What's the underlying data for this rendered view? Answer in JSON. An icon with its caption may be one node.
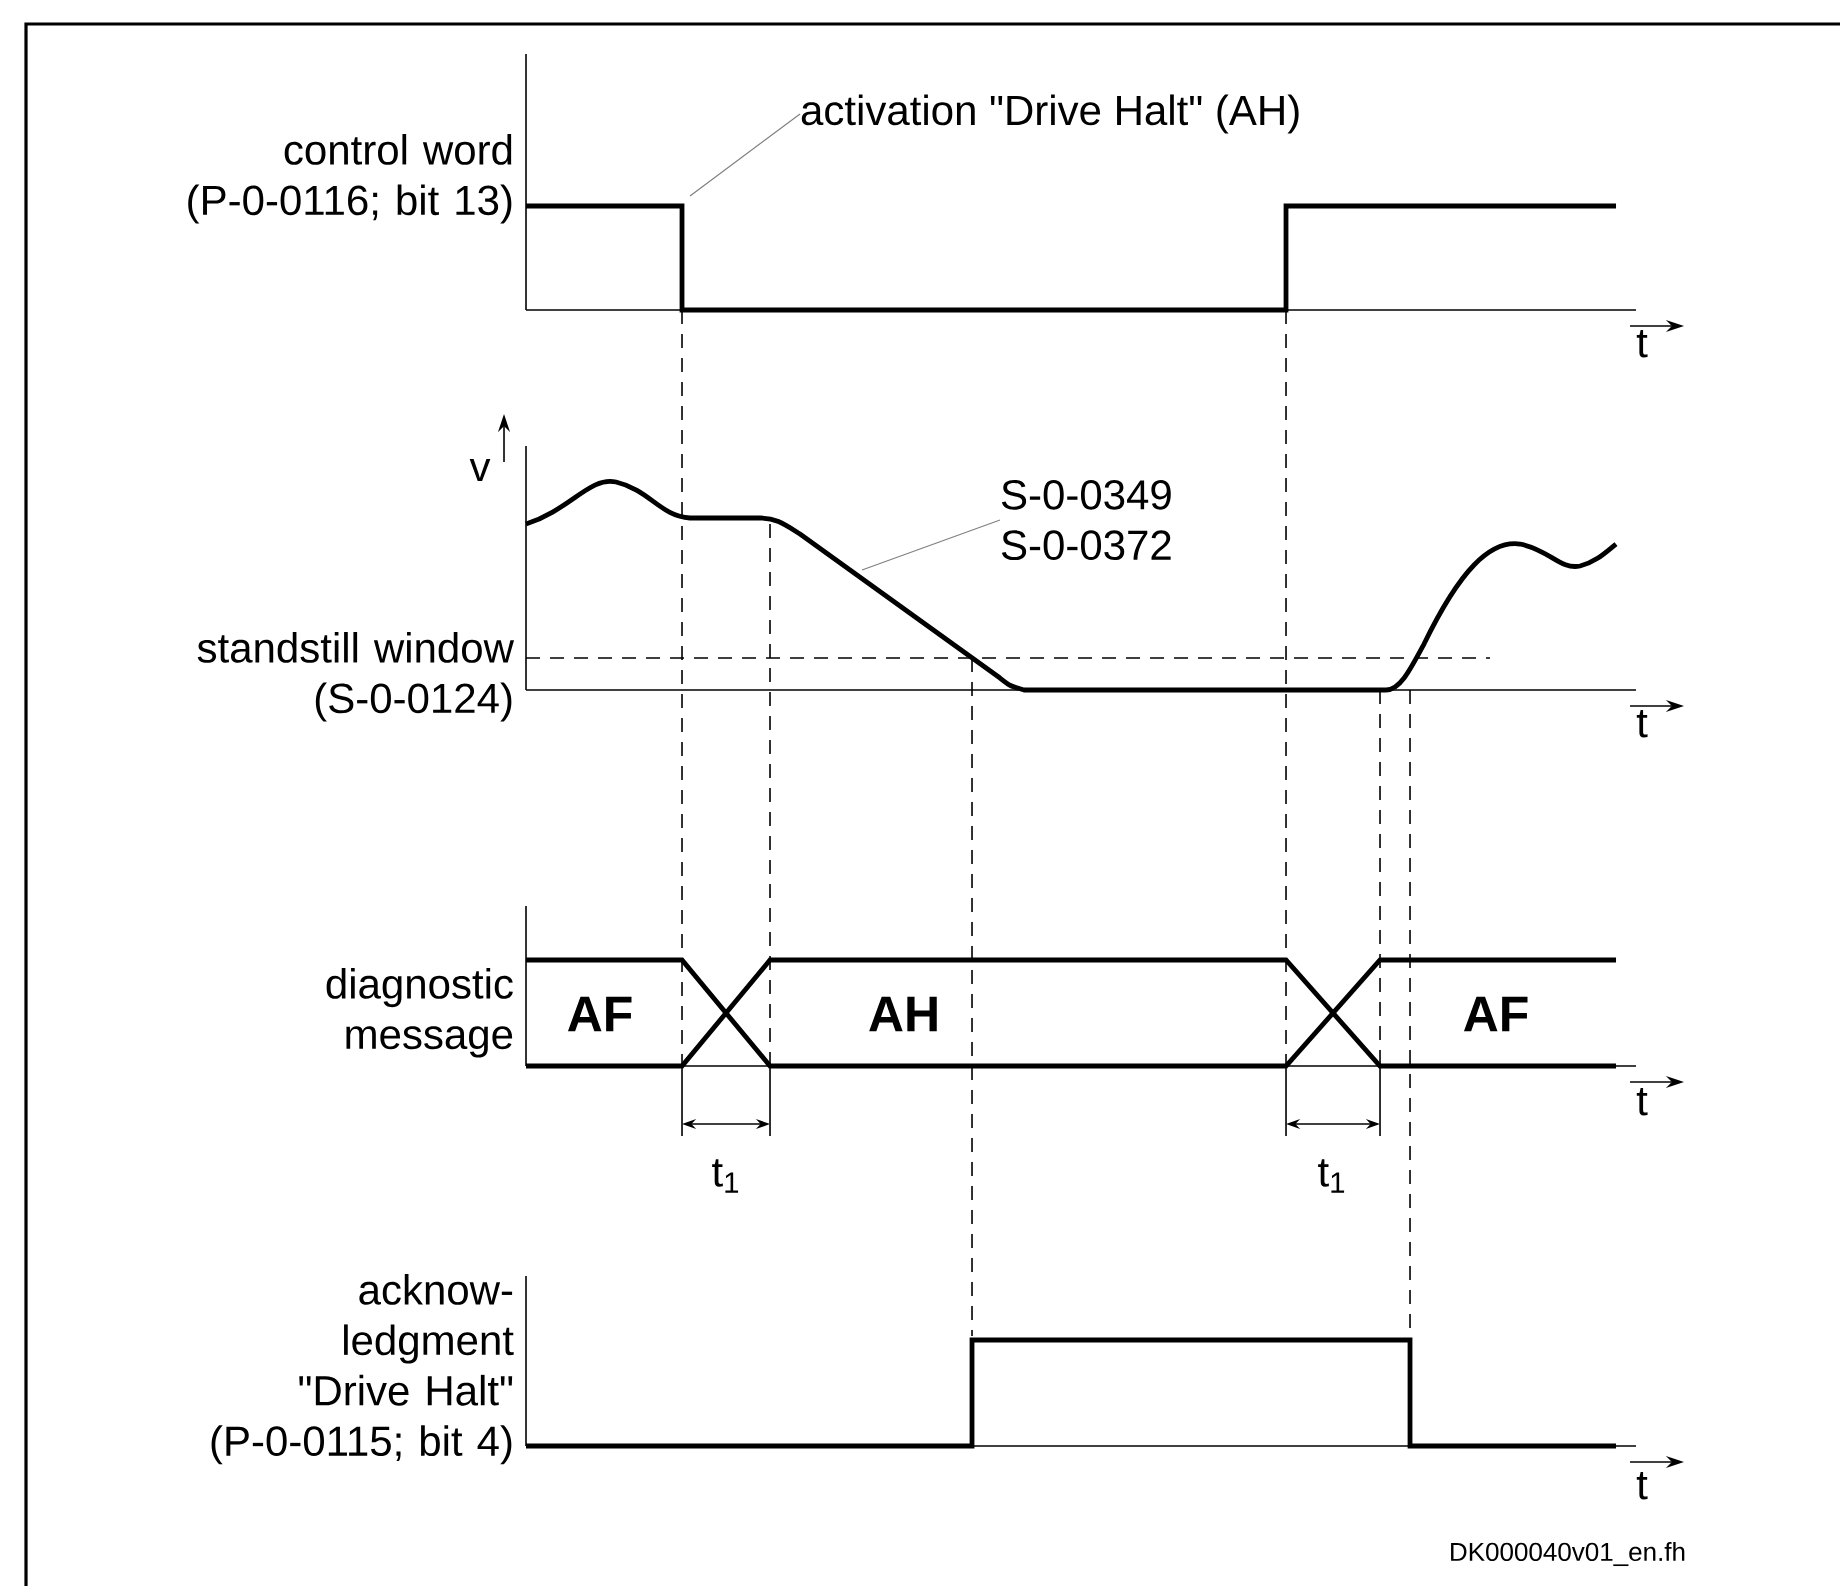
{
  "diagram": {
    "nodes": [
      {
        "text": [
          "activation \"Drive Halt\" (AH)"
        ]
      },
      {
        "text": [
          "S-0-0349 S-0-0372"
        ]
      }
    ],
    "edges": [
      {
        "from": 0,
        "to": null,
        "arrow": "none"
      },
      {
        "from": 1,
        "to": null,
        "arrow": "none"
      }
    ],
    "labels": [
      "control word (P-0-0116; bit 13)",
      "t",
      "v",
      "standstill window (S-0-0124)",
      "t",
      "diagnostic message",
      "AF",
      "AH",
      "AF",
      "t",
      "t$_{1}$",
      "t$_{1}$",
      "acknow- ledgment \"Drive Halt\" (P-0-0115; bit 4)",
      "t",
      "DK000040v01_en.fh"
    ]
  }
}
